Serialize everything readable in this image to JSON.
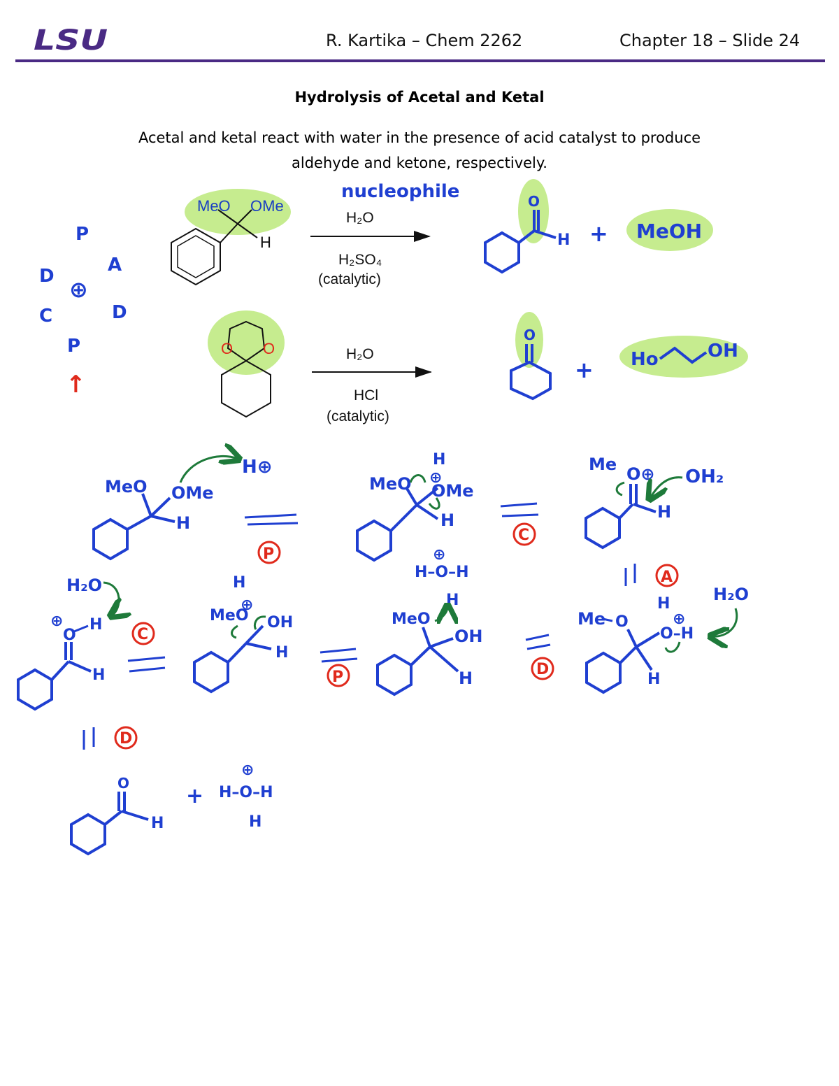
{
  "header": {
    "logo_text": "LSU",
    "course": "R. Kartika – Chem 2262",
    "slide": "Chapter 18 – Slide 24"
  },
  "title": "Hydrolysis of Acetal and Ketal",
  "intro": {
    "line1": "Acetal and ketal react with water in the presence of acid catalyst to produce",
    "line2": "aldehyde and ketone, respectively."
  },
  "mnemonic": {
    "letters": [
      "P",
      "A",
      "D",
      "C",
      "D",
      "P"
    ],
    "center": "⊕",
    "arrow": "↑"
  },
  "reaction1": {
    "label": "nucleophile",
    "substituent_left": "MeO",
    "substituent_right": "OMe",
    "h_label": "H",
    "reagent": "H₂O",
    "catalyst": "H₂SO₄",
    "catalyst_note": "(catalytic)",
    "product_o": "O",
    "product_h": "H",
    "plus": "+",
    "byproduct": "MeOH"
  },
  "reaction2": {
    "ring_o_left": "O",
    "ring_o_right": "O",
    "reagent": "H₂O",
    "catalyst": "HCl",
    "catalyst_note": "(catalytic)",
    "product_o": "O",
    "plus": "+",
    "byproduct": "HO⁠⁄⁠OH"
  },
  "mechanism": {
    "step_labels": [
      "P",
      "C",
      "A",
      "C",
      "P",
      "D",
      "D"
    ],
    "row1": {
      "s1_meo": "MeO",
      "s1_ome": "OMe",
      "s1_h": "H",
      "proton": "H⊕",
      "s2_meo": "MeO",
      "s2_ome": "OMe",
      "s2_h": "H",
      "s2_top_h": "H",
      "s3_me": "Me",
      "s3_o": "O⊕",
      "s3_h": "H",
      "s3_oh2": "OH₂"
    },
    "row2": {
      "s4_h2o": "H₂O",
      "s4_o": "O",
      "s4_h": "H",
      "s4_ch": "H",
      "s5_meo": "MeO",
      "s5_oh": "OH",
      "s5_h": "H",
      "s5_top_h": "H",
      "s6_h3o_top": "H–O–H",
      "s6_h3o_bottom": "H",
      "s6_meo": "MeO",
      "s6_oh": "OH",
      "s6_h": "H",
      "s7_me": "Me",
      "s7_o": "O",
      "s7_oh": "O–H",
      "s7_top_h": "H",
      "s7_h": "H",
      "s7_h2o": "H₂O"
    },
    "row3": {
      "o": "O",
      "h": "H",
      "plus": "+",
      "h3o_left": "H–O–H",
      "h3o_bottom": "H",
      "charge": "⊕"
    }
  },
  "colors": {
    "lsu_purple": "#4a2a84",
    "ink_blue": "#1f3fd1",
    "ink_green": "#1e7a3a",
    "ink_red": "#e02a1c",
    "highlight": "#c6ec8f",
    "struct_blue": "#1a3fc2"
  }
}
